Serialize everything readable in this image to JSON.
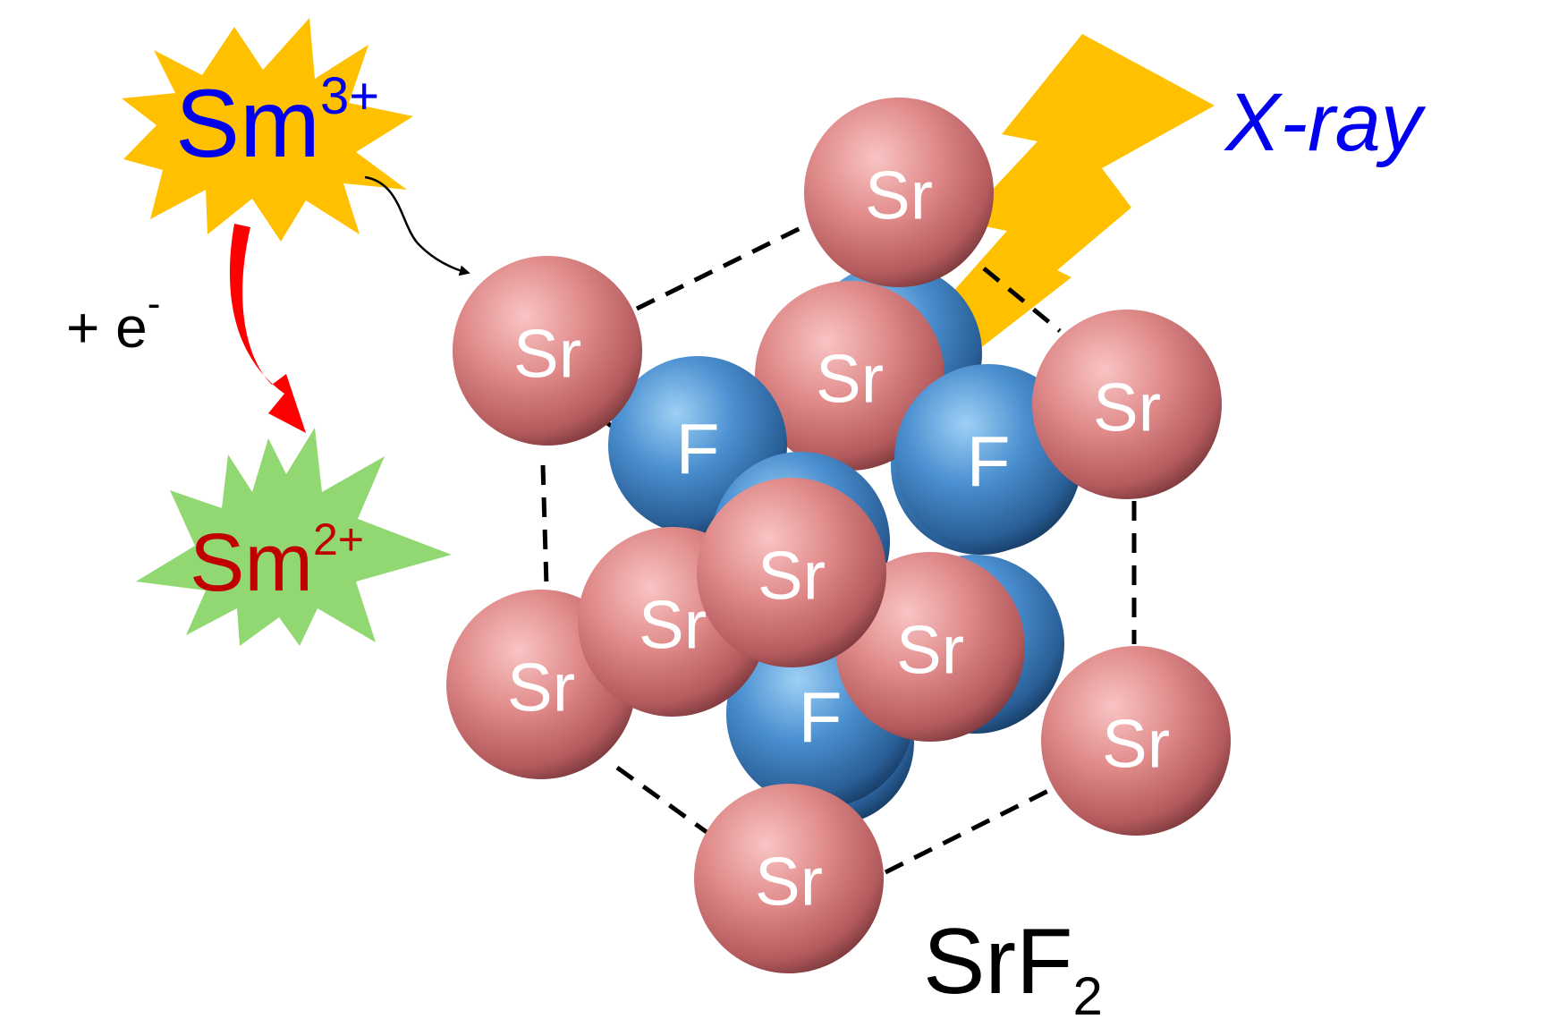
{
  "sm3": {
    "element": "Sm",
    "charge": "3+",
    "text_color": "#0000ee",
    "burst_color": "#ffc000"
  },
  "sm2": {
    "element": "Sm",
    "charge": "2+",
    "text_color": "#c00000",
    "burst_color": "#92d872"
  },
  "reduction": {
    "prefix": "+ e",
    "superscript": "-",
    "arrow_color": "#ff0000"
  },
  "xray": {
    "label": "X-ray",
    "label_color": "#0000ee",
    "bolt_color": "#ffc000"
  },
  "compound": {
    "base": "SrF",
    "subscript": "2"
  },
  "atoms": {
    "sr_label": "Sr",
    "f_label": "F",
    "sr_color": "#e08a8a",
    "f_color": "#4a8fd0"
  }
}
